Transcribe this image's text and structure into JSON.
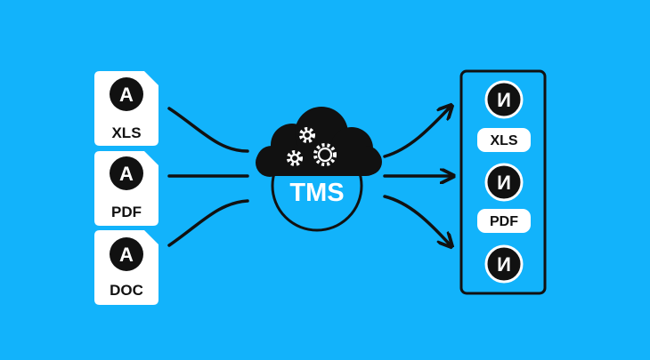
{
  "colors": {
    "background": "#12b3fb",
    "ink": "#111111",
    "paper": "#ffffff"
  },
  "source_files": [
    {
      "glyph": "A",
      "format": "XLS",
      "icon": "document-icon"
    },
    {
      "glyph": "A",
      "format": "PDF",
      "icon": "document-icon"
    },
    {
      "glyph": "A",
      "format": "DOC",
      "icon": "document-icon"
    }
  ],
  "hub": {
    "label": "TMS",
    "icon": "cloud-gears-icon"
  },
  "output": {
    "glyphs": [
      "И",
      "И",
      "И"
    ],
    "formats": [
      "XLS",
      "PDF"
    ]
  }
}
